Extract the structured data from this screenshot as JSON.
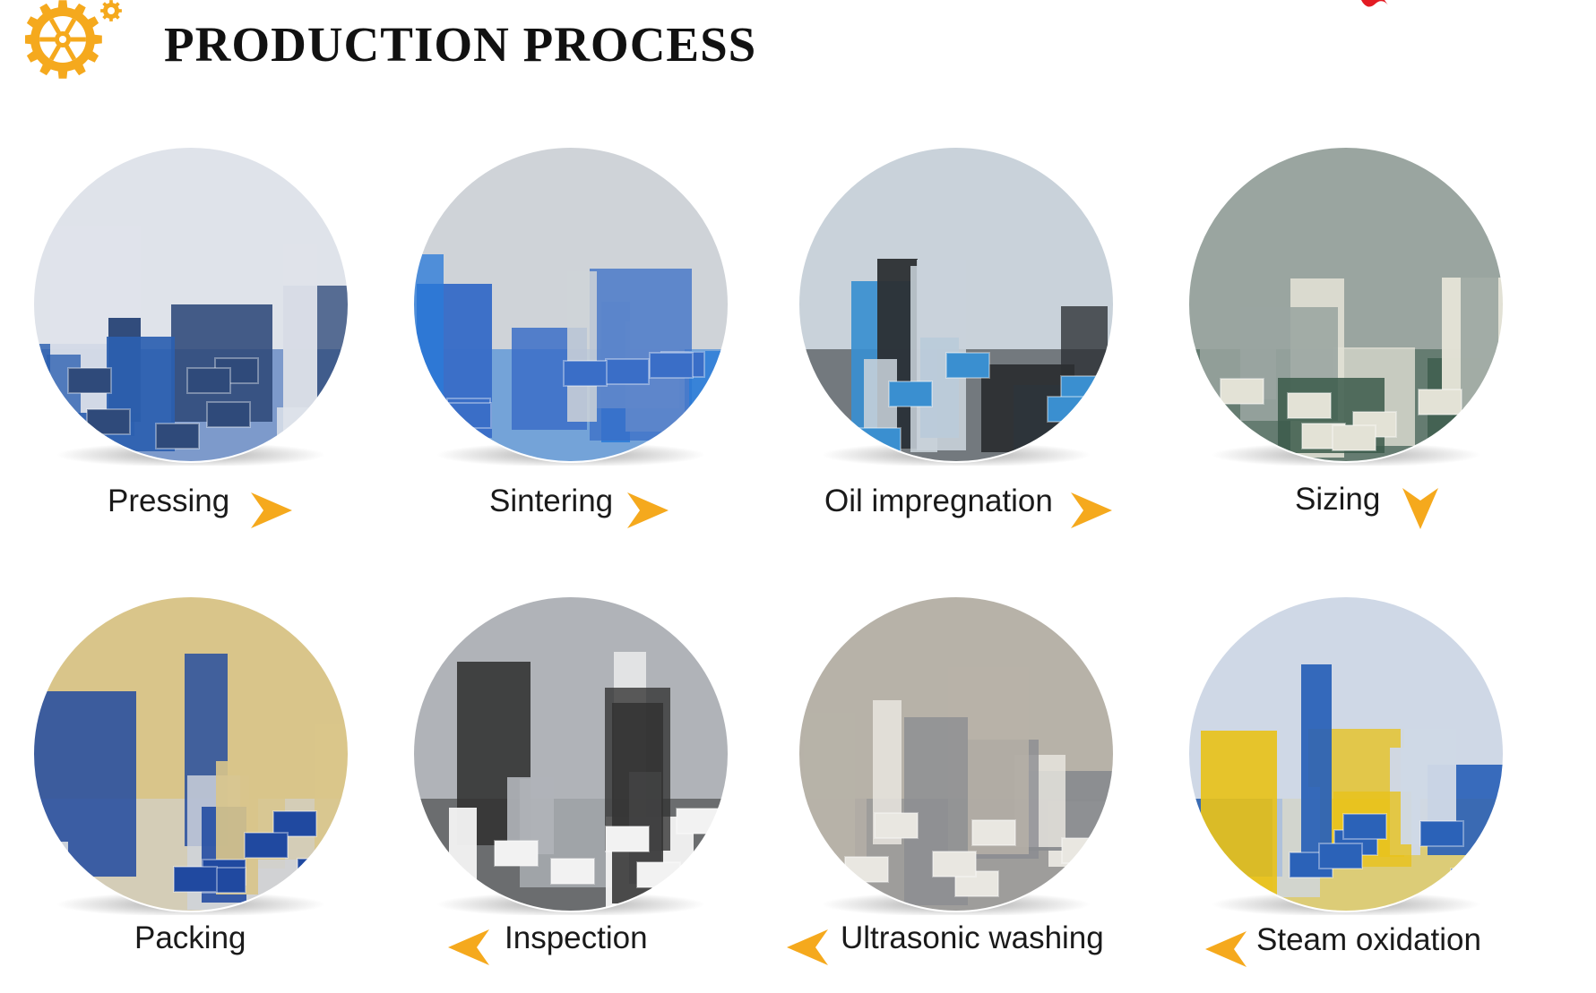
{
  "header": {
    "title": "PRODUCTION PROCESS",
    "gear_icon": "gear-icon",
    "accent_color": "#f5a91d"
  },
  "steps": [
    {
      "label": "Pressing",
      "photo": "pressing-machine-photo",
      "arrow": "right",
      "palette": [
        "#2f4a7a",
        "#2b5fb0",
        "#dfe3ea"
      ]
    },
    {
      "label": "Sintering",
      "photo": "sintering-furnace-photo",
      "arrow": "right",
      "palette": [
        "#3a6ec7",
        "#2a7bd8",
        "#cfd3d8"
      ]
    },
    {
      "label": "Oil impregnation",
      "photo": "oil-impregnation-photo",
      "arrow": "right",
      "palette": [
        "#3a8fd0",
        "#2c2f33",
        "#c9d2da"
      ]
    },
    {
      "label": "Sizing",
      "photo": "sizing-press-photo",
      "arrow": "down",
      "palette": [
        "#e3e2d6",
        "#3b5b4a",
        "#9aa5a0"
      ]
    },
    {
      "label": "Packing",
      "photo": "packing-worker-photo",
      "arrow": "none",
      "palette": [
        "#2049a0",
        "#cfd4dc",
        "#d9c58a"
      ]
    },
    {
      "label": "Inspection",
      "photo": "inspection-cmm-photo",
      "arrow": "left",
      "palette": [
        "#f2f2f2",
        "#333333",
        "#b0b3b8"
      ]
    },
    {
      "label": "Ultrasonic washing",
      "photo": "ultrasonic-washer-photo",
      "arrow": "left",
      "palette": [
        "#e9e7e1",
        "#8a8c90",
        "#b7b2a8"
      ]
    },
    {
      "label": "Steam oxidation",
      "photo": "steam-oxidation-furnace-photo",
      "arrow": "left",
      "palette": [
        "#2b62b8",
        "#e8c21b",
        "#cfd8e6"
      ]
    }
  ]
}
